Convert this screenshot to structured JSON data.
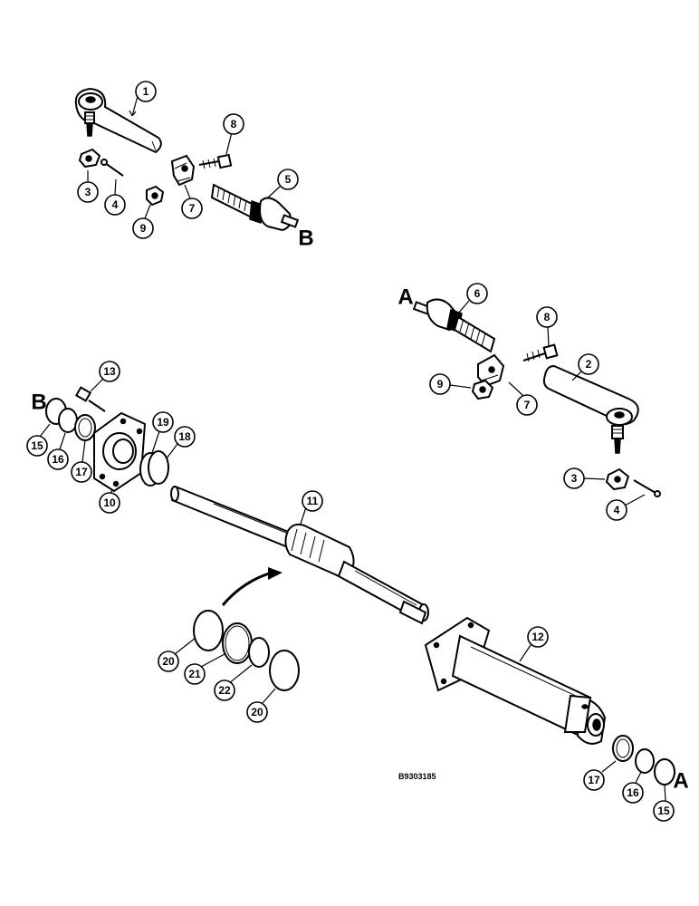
{
  "figure": {
    "reference_code": "B9303185",
    "end_labels": {
      "a": "A",
      "b": "B"
    }
  },
  "callouts": {
    "c1": "1",
    "c2": "2",
    "c3a": "3",
    "c3b": "3",
    "c4a": "4",
    "c4b": "4",
    "c5": "5",
    "c6": "6",
    "c7a": "7",
    "c7b": "7",
    "c8a": "8",
    "c8b": "8",
    "c9a": "9",
    "c9b": "9",
    "c10": "10",
    "c11": "11",
    "c12": "12",
    "c13": "13",
    "c15a": "15",
    "c15b": "15",
    "c16a": "16",
    "c16b": "16",
    "c17a": "17",
    "c17b": "17",
    "c18": "18",
    "c19": "19",
    "c20a": "20",
    "c20b": "20",
    "c21": "21",
    "c22": "22"
  }
}
